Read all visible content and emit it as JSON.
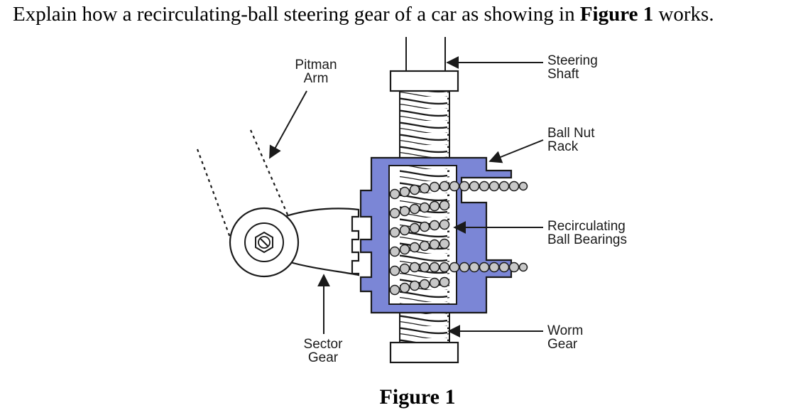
{
  "question": {
    "prefix": "Explain how a recirculating-ball steering gear of a car as showing in ",
    "figure_ref": "Figure 1",
    "suffix": " works."
  },
  "labels": {
    "pitman_arm": [
      "Pitman",
      "Arm"
    ],
    "steering_shaft": [
      "Steering",
      "Shaft"
    ],
    "ball_nut_rack": [
      "Ball Nut",
      "Rack"
    ],
    "ball_bearings": [
      "Recirculating",
      "Ball Bearings"
    ],
    "worm_gear": [
      "Worm",
      "Gear"
    ],
    "sector_gear": [
      "Sector",
      "Gear"
    ]
  },
  "caption": "Figure 1",
  "colors": {
    "ball_nut": "#7b86d6",
    "outline": "#1a1a1a",
    "ball": "#c8c8c8"
  }
}
